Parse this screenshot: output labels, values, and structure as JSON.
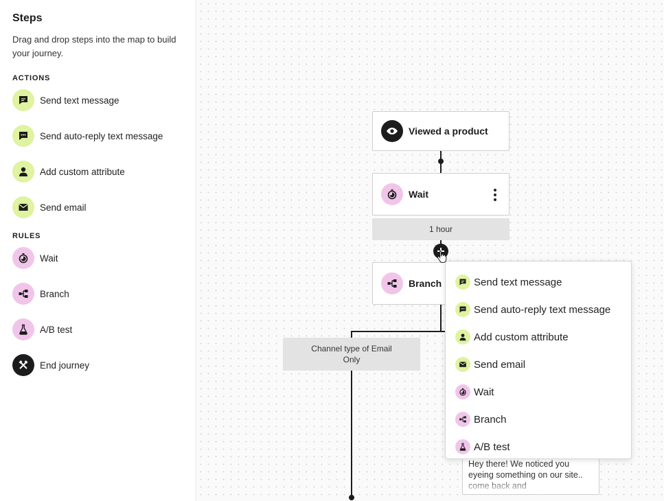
{
  "sidebar": {
    "title": "Steps",
    "description": "Drag and drop steps into the map to build your journey.",
    "actions_heading": "ACTIONS",
    "actions": [
      {
        "label": "Send text message",
        "icon": "chat-bubble-icon"
      },
      {
        "label": "Send auto-reply text message",
        "icon": "auto-reply-chat-icon"
      },
      {
        "label": "Add custom attribute",
        "icon": "person-icon"
      },
      {
        "label": "Send email",
        "icon": "envelope-icon"
      }
    ],
    "rules_heading": "RULES",
    "rules": [
      {
        "label": "Wait",
        "icon": "stopwatch-icon"
      },
      {
        "label": "Branch",
        "icon": "branch-icon"
      },
      {
        "label": "A/B test",
        "icon": "flask-icon"
      },
      {
        "label": "End journey",
        "icon": "end-journey-icon"
      }
    ]
  },
  "canvas": {
    "trigger_node": {
      "label": "Viewed a product",
      "icon": "eye-icon"
    },
    "wait_node": {
      "label": "Wait",
      "icon": "stopwatch-icon"
    },
    "wait_duration": "1 hour",
    "branch_node": {
      "label": "Branch",
      "icon": "branch-icon"
    },
    "branch_condition": "Channel type of Email Only",
    "message_preview": "Hey there! We noticed you eyeing something on our site.. come back and"
  },
  "add_step_menu": {
    "items": [
      {
        "label": "Send text message",
        "icon": "chat-bubble-icon"
      },
      {
        "label": "Send auto-reply text message",
        "icon": "auto-reply-chat-icon"
      },
      {
        "label": "Add custom attribute",
        "icon": "person-icon"
      },
      {
        "label": "Send email",
        "icon": "envelope-icon"
      },
      {
        "label": "Wait",
        "icon": "stopwatch-icon"
      },
      {
        "label": "Branch",
        "icon": "branch-icon"
      },
      {
        "label": "A/B test",
        "icon": "flask-icon"
      }
    ]
  },
  "colors": {
    "action_icon_bg": "#dff3a0",
    "rule_icon_bg": "#f1c5ea",
    "dark": "#1c1c1c",
    "pill_bg": "#e3e3e3"
  }
}
